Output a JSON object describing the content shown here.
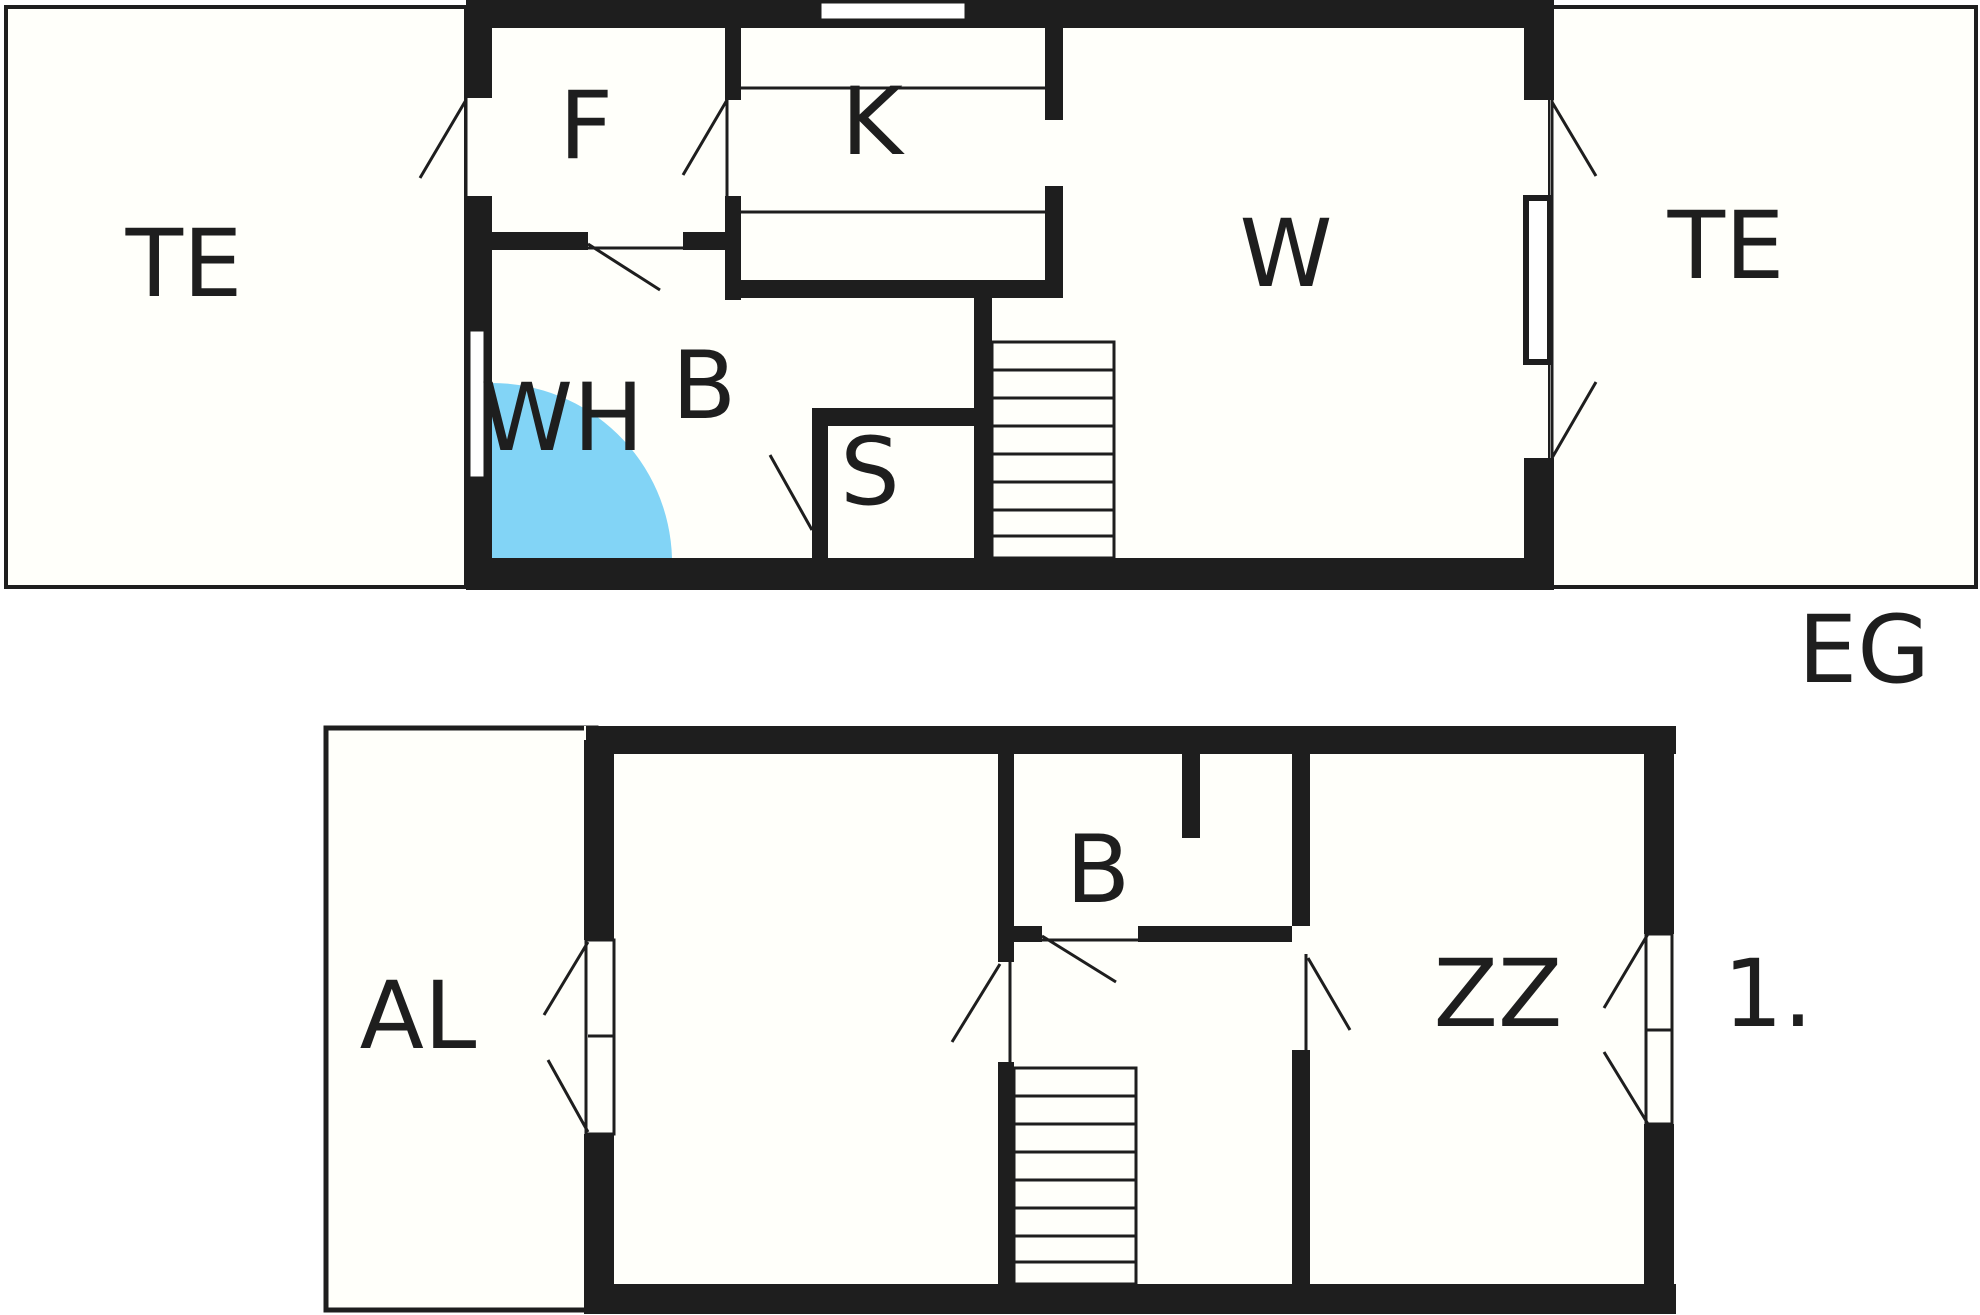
{
  "floors": [
    {
      "name": "EG",
      "rooms": [
        {
          "id": "te-left",
          "label": "TE"
        },
        {
          "id": "f",
          "label": "F"
        },
        {
          "id": "k",
          "label": "K"
        },
        {
          "id": "w",
          "label": "W"
        },
        {
          "id": "te-right",
          "label": "TE"
        },
        {
          "id": "b",
          "label": "B"
        },
        {
          "id": "wh",
          "label": "WH"
        },
        {
          "id": "s",
          "label": "S"
        }
      ]
    },
    {
      "name": "1.",
      "rooms": [
        {
          "id": "al",
          "label": "AL"
        },
        {
          "id": "b",
          "label": "B"
        },
        {
          "id": "zz",
          "label": "ZZ"
        }
      ]
    }
  ],
  "colors": {
    "wall": "#1e1e1e",
    "floor": "#fffffa",
    "water_heater_zone": "#82d4f6"
  }
}
